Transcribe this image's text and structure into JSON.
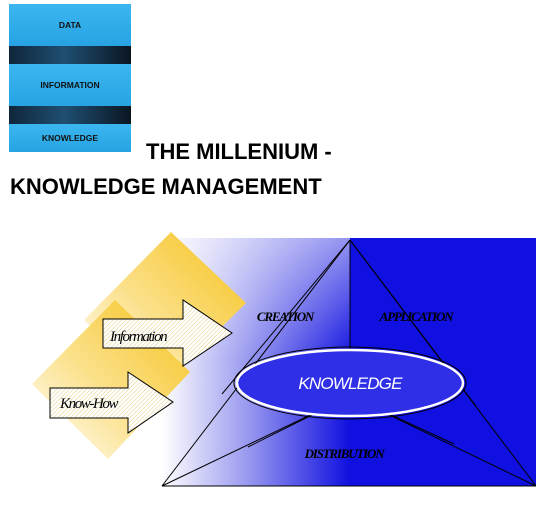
{
  "stack": {
    "data_label": "DATA",
    "information_label": "INFORMATION",
    "knowledge_label": "KNOWLEDGE"
  },
  "title": {
    "line1": "THE MILLENIUM -",
    "line2": "KNOWLEDGE MANAGEMENT"
  },
  "arrows": {
    "information": "Information",
    "know_how": "Know-How"
  },
  "sections": {
    "creation": "CREATION",
    "application": "APPLICATION",
    "distribution": "DISTRIBUTION"
  },
  "center": {
    "label": "KNOWLEDGE"
  },
  "colors": {
    "stack_blue": "#2aa7e6",
    "stack_dark": "#12304a",
    "pyramid_blue": "#1010e0",
    "arrow_yellow": "#f5c21a",
    "ellipse_fill": "#2f2fe8"
  }
}
